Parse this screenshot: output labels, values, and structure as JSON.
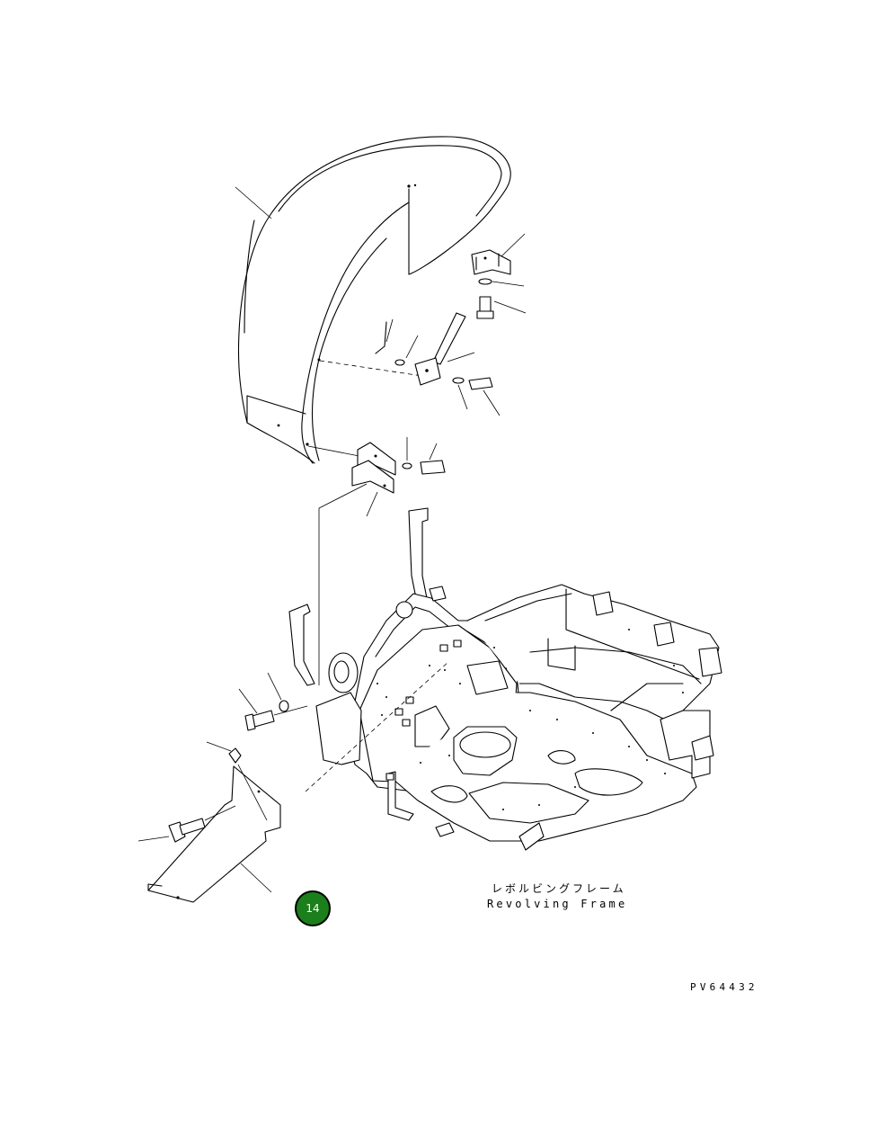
{
  "labels": {
    "frame_jp": "レボルビングフレーム",
    "frame_en": "Revolving Frame"
  },
  "drawing_id": "PV64432",
  "badge": {
    "number": "14",
    "color": "#1b7f1b"
  },
  "icons": {
    "badge": "page-number-circle"
  }
}
